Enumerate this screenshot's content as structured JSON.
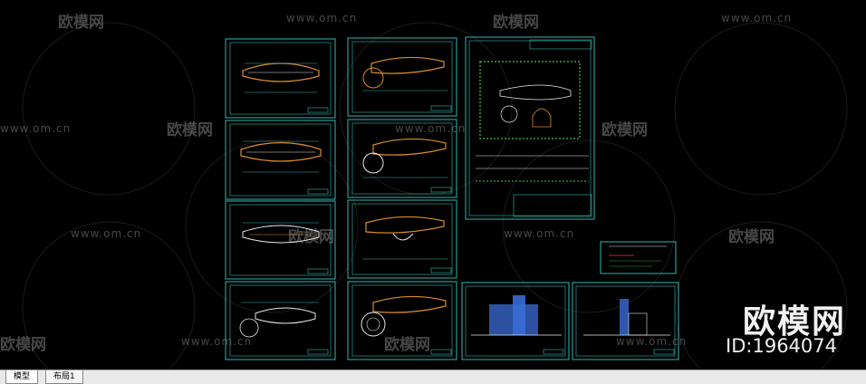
{
  "watermark": {
    "url": "www.om.cn",
    "logo": "欧模网"
  },
  "brand": {
    "logo": "欧模网",
    "id": "ID:1964074"
  },
  "tabs": [
    {
      "label": "模型",
      "active": true
    },
    {
      "label": "布局1",
      "active": false
    }
  ],
  "colors": {
    "frame": "#2fb8b0",
    "plan_line": "#d98b2b",
    "facade": "#3a6cd6",
    "tree": "#3c9c3c",
    "tab_bg": "#e9e9e9"
  }
}
